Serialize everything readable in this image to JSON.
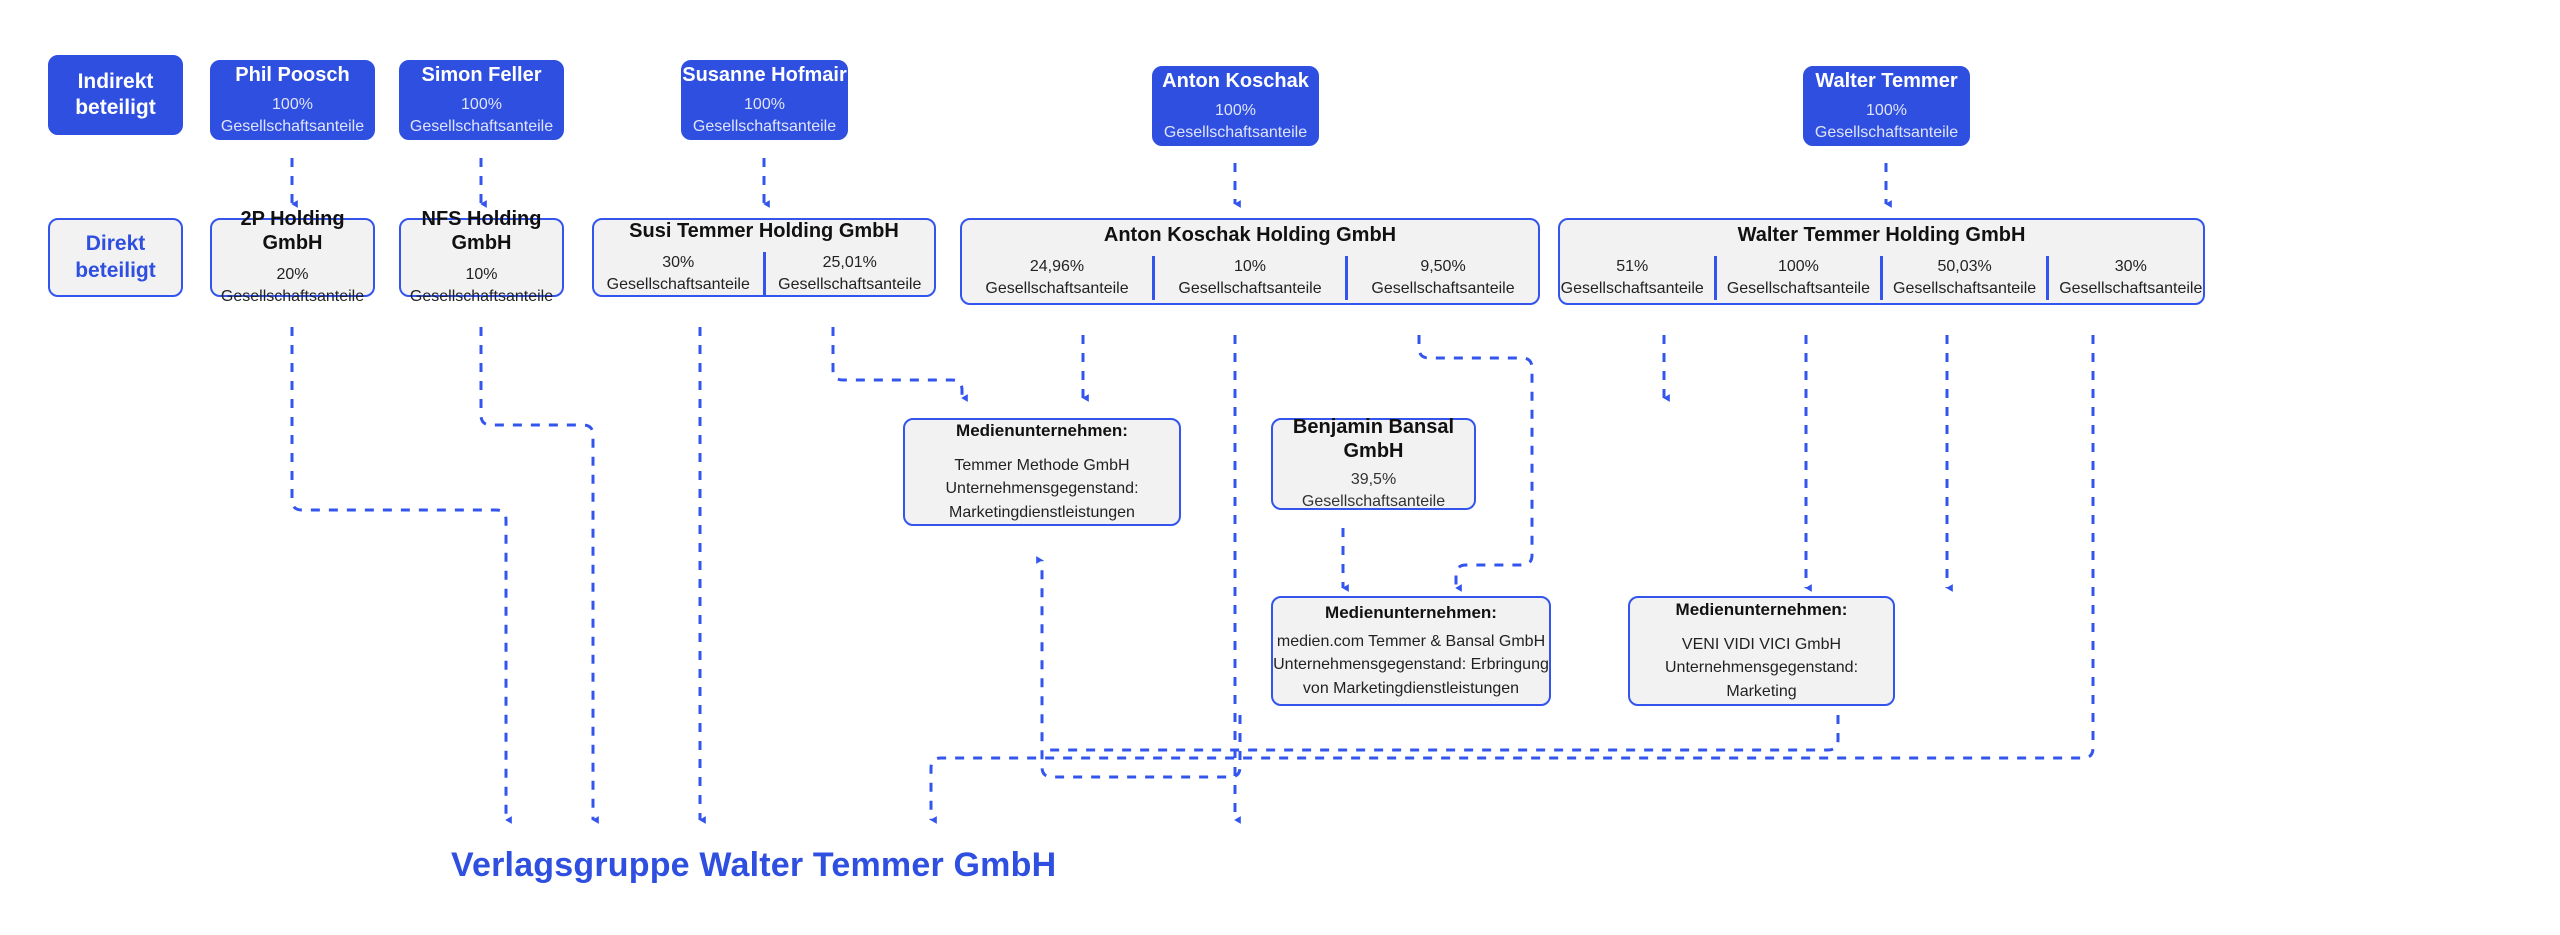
{
  "theme": {
    "accent": "#2f4fe0",
    "outline": "#3355ee",
    "card_bg": "#f2f2f2",
    "page_bg": "#ffffff",
    "person_text": "#ffffff",
    "wire_color": "#3355ee"
  },
  "legend": {
    "indirect": {
      "label": "Indirekt\nbeteiligt",
      "line1": "Indirekt",
      "line2": "beteiligt"
    },
    "direct": {
      "label": "Direkt\nbeteiligt",
      "line1": "Direkt",
      "line2": "beteiligt"
    }
  },
  "shareholders": [
    {
      "name": "Phil Poosch",
      "percent": "100%",
      "unit": "Gesellschaftsanteile"
    },
    {
      "name": "Simon Feller",
      "percent": "100%",
      "unit": "Gesellschaftsanteile"
    },
    {
      "name": "Susanne Hofmair",
      "percent": "100%",
      "unit": "Gesellschaftsanteile"
    },
    {
      "name": "Anton Koschak",
      "percent": "100%",
      "unit": "Gesellschaftsanteile"
    },
    {
      "name": "Walter Temmer",
      "percent": "100%",
      "unit": "Gesellschaftsanteile"
    }
  ],
  "holdings": [
    {
      "name": "2P Holding GmbH",
      "shares": [
        {
          "pct": "20%",
          "label": "Gesellschaftsanteile"
        }
      ]
    },
    {
      "name": "NFS Holding GmbH",
      "shares": [
        {
          "pct": "10%",
          "label": "Gesellschaftsanteile"
        }
      ]
    },
    {
      "name": "Susi Temmer Holding GmbH",
      "shares": [
        {
          "pct": "30%",
          "label": "Gesellschaftsanteile"
        },
        {
          "pct": "25,01%",
          "label": "Gesellschaftsanteile"
        }
      ]
    },
    {
      "name": "Anton Koschak Holding GmbH",
      "shares": [
        {
          "pct": "24,96%",
          "label": "Gesellschaftsanteile"
        },
        {
          "pct": "10%",
          "label": "Gesellschaftsanteile"
        },
        {
          "pct": "9,50%",
          "label": "Gesellschaftsanteile"
        }
      ]
    },
    {
      "name": "Walter Temmer Holding GmbH",
      "shares": [
        {
          "pct": "51%",
          "label": "Gesellschaftsanteile"
        },
        {
          "pct": "100%",
          "label": "Gesellschaftsanteile"
        },
        {
          "pct": "50,03%",
          "label": "Gesellschaftsanteile"
        },
        {
          "pct": "30%",
          "label": "Gesellschaftsanteile"
        }
      ]
    }
  ],
  "media_companies": [
    {
      "head": "Medienunternehmen:",
      "line1": "Temmer Methode GmbH",
      "line2": "Unternehmensgegenstand:",
      "line3": "Marketingdienstleistungen"
    },
    {
      "head": "Medienunternehmen:",
      "line1": "medien.com Temmer & Bansal GmbH",
      "line2": "Unternehmensgegenstand: Erbringung",
      "line3": "von Marketingdienstleistungen"
    },
    {
      "head": "Medienunternehmen:",
      "line1": "VENI VIDI VICI GmbH",
      "line2": "Unternehmensgegenstand: Marketing",
      "line3": ""
    }
  ],
  "subsidiary": {
    "name": "Benjamin Bansal GmbH",
    "percent": "39,5%",
    "unit": "Gesellschaftsanteile"
  },
  "footer": {
    "title": "Verlagsgruppe Walter Temmer GmbH"
  }
}
